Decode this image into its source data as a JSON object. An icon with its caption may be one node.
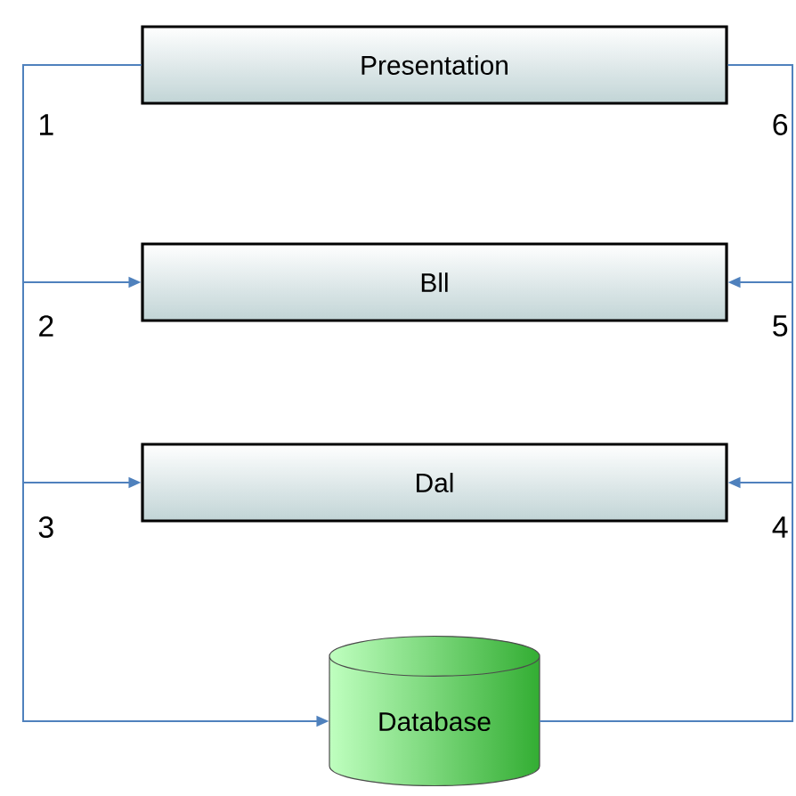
{
  "diagram": {
    "nodes": [
      {
        "text": [
          "Presentation"
        ]
      },
      {
        "text": [
          "Bll"
        ]
      },
      {
        "text": [
          "Dal"
        ]
      },
      {
        "text": [
          "Database"
        ]
      }
    ],
    "edges": [
      {
        "from": 0,
        "to": 1,
        "arrow": "to"
      },
      {
        "from": 0,
        "to": 2,
        "arrow": "to"
      },
      {
        "from": 0,
        "to": 3,
        "arrow": "to"
      },
      {
        "from": 3,
        "to": 2,
        "arrow": "to"
      },
      {
        "from": 3,
        "to": 1,
        "arrow": "to"
      },
      {
        "from": 3,
        "to": 0,
        "arrow": "none"
      }
    ],
    "labels": [
      "1",
      "6",
      "2",
      "5",
      "3",
      "4"
    ]
  }
}
